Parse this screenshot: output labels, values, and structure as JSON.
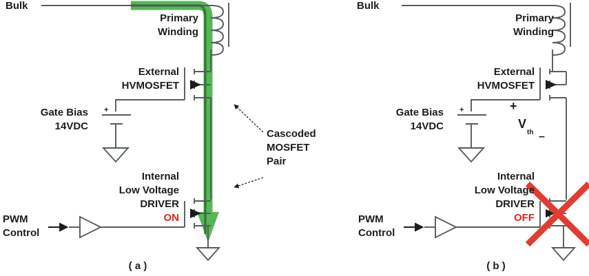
{
  "figure": {
    "title": "Cascoded MOSFET pair operating states",
    "colors": {
      "wire": "#555a5e",
      "text": "#1c1c1c",
      "green_highlight": "#57b757",
      "green_highlight_dark": "#2f7d32",
      "red_accent": "#e8211c",
      "red_cross": "#e03c31",
      "background": "#ffffff"
    }
  },
  "panel_a": {
    "caption": "( a )",
    "bulk_label": "Bulk",
    "primary_winding_label": "Primary\nWinding",
    "primary_winding_line1": "Primary",
    "primary_winding_line2": "Winding",
    "external_mosfet_line1": "External",
    "external_mosfet_line2": "HVMOSFET",
    "gate_bias_line1": "Gate Bias",
    "gate_bias_line2": "14VDC",
    "gate_bias_polarity": "+",
    "internal_driver_line1": "Internal",
    "internal_driver_line2": "Low Voltage",
    "internal_driver_line3": "DRIVER",
    "driver_state": "ON",
    "pwm_line1": "PWM",
    "pwm_line2": "Control",
    "annotation_line1": "Cascoded",
    "annotation_line2": "MOSFET",
    "annotation_line3": "Pair",
    "current_path_highlight": "green current flow path from Bulk through primary winding, external HVMOSFET and internal driver MOSFET to ground"
  },
  "panel_b": {
    "caption": "( b )",
    "bulk_label": "Bulk",
    "primary_winding_line1": "Primary",
    "primary_winding_line2": "Winding",
    "external_mosfet_line1": "External",
    "external_mosfet_line2": "HVMOSFET",
    "gate_bias_line1": "Gate Bias",
    "gate_bias_line2": "14VDC",
    "gate_bias_polarity": "+",
    "vth_plus": "+",
    "vth_symbol": "V",
    "vth_subscript": "th",
    "vth_minus": "–",
    "internal_driver_line1": "Internal",
    "internal_driver_line2": "Low Voltage",
    "internal_driver_line3": "DRIVER",
    "driver_state": "OFF",
    "pwm_line1": "PWM",
    "pwm_line2": "Control",
    "blocked_marker": "red X over internal low voltage driver MOSFET"
  }
}
